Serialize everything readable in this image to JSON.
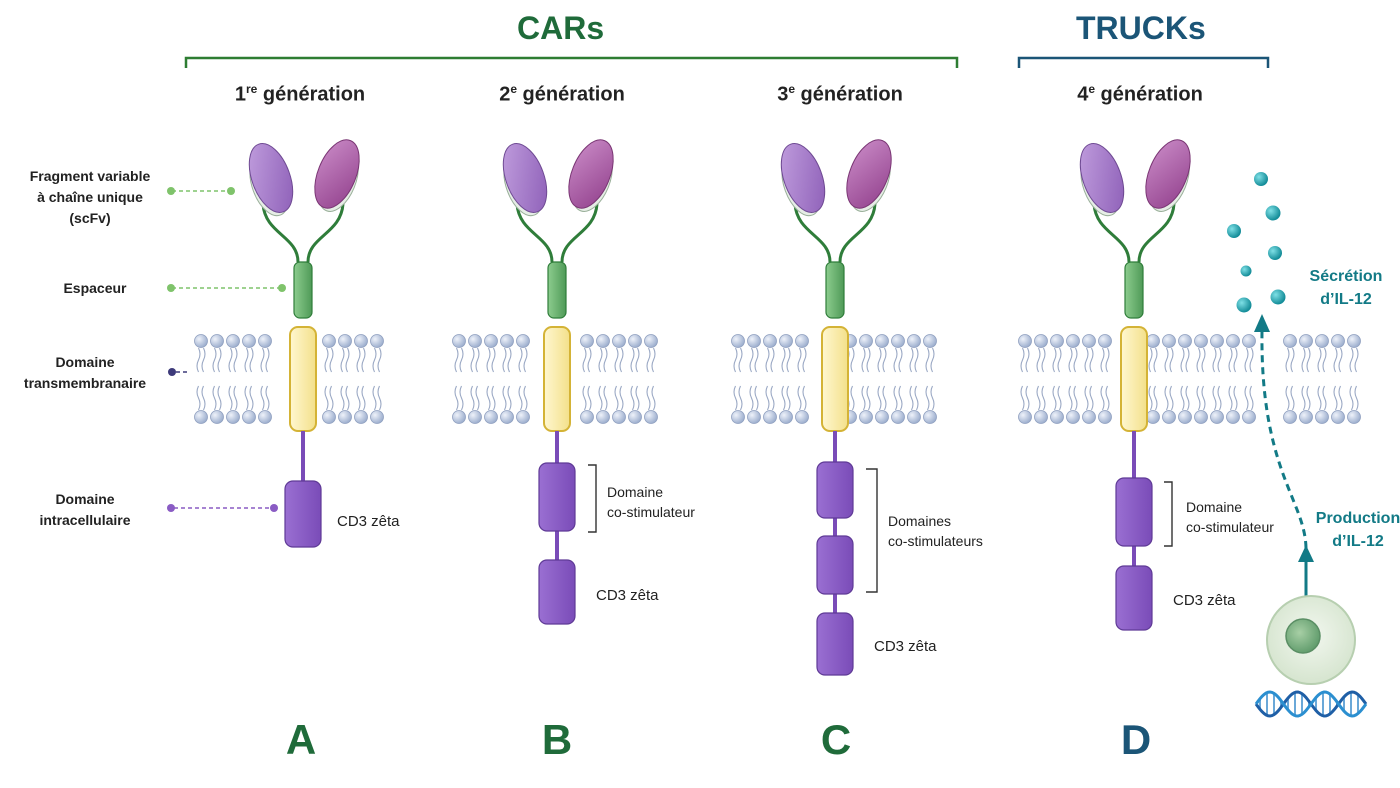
{
  "headers": {
    "cars": "CARs",
    "trucks": "TRUCKs"
  },
  "generations": [
    {
      "num": "1",
      "sup": "re",
      "word": " génération",
      "letter": "A"
    },
    {
      "num": "2",
      "sup": "e",
      "word": " génération",
      "letter": "B"
    },
    {
      "num": "3",
      "sup": "e",
      "word": " génération",
      "letter": "C"
    },
    {
      "num": "4",
      "sup": "e",
      "word": " génération",
      "letter": "D"
    }
  ],
  "side_labels": {
    "scfv": [
      "Fragment variable",
      "à chaîne unique",
      "(scFv)"
    ],
    "spacer": "Espaceur",
    "tm": [
      "Domaine",
      "transmembranaire"
    ],
    "intra": [
      "Domaine",
      "intracellulaire"
    ]
  },
  "domain_labels": {
    "cd3": "CD3 zêta",
    "costim": [
      "Domaine",
      "co-stimulateur"
    ],
    "costims": [
      "Domaines",
      "co-stimulateurs"
    ]
  },
  "il12": {
    "secretion": [
      "Sécrétion",
      "d’IL-12"
    ],
    "production": [
      "Production",
      "d’IL-12"
    ]
  },
  "colors": {
    "cars_green": "#1f6b3a",
    "trucks_blue": "#1b5577",
    "scfv_purple": "#9a6cc0",
    "scfv_magenta": "#a4509a",
    "spacer_green": "#6aae6e",
    "tm_yellow": "#fbf0b4",
    "intra_purple": "#8a5cc4",
    "lipid": "#b6c4dc",
    "teal": "#1d8f9a"
  }
}
